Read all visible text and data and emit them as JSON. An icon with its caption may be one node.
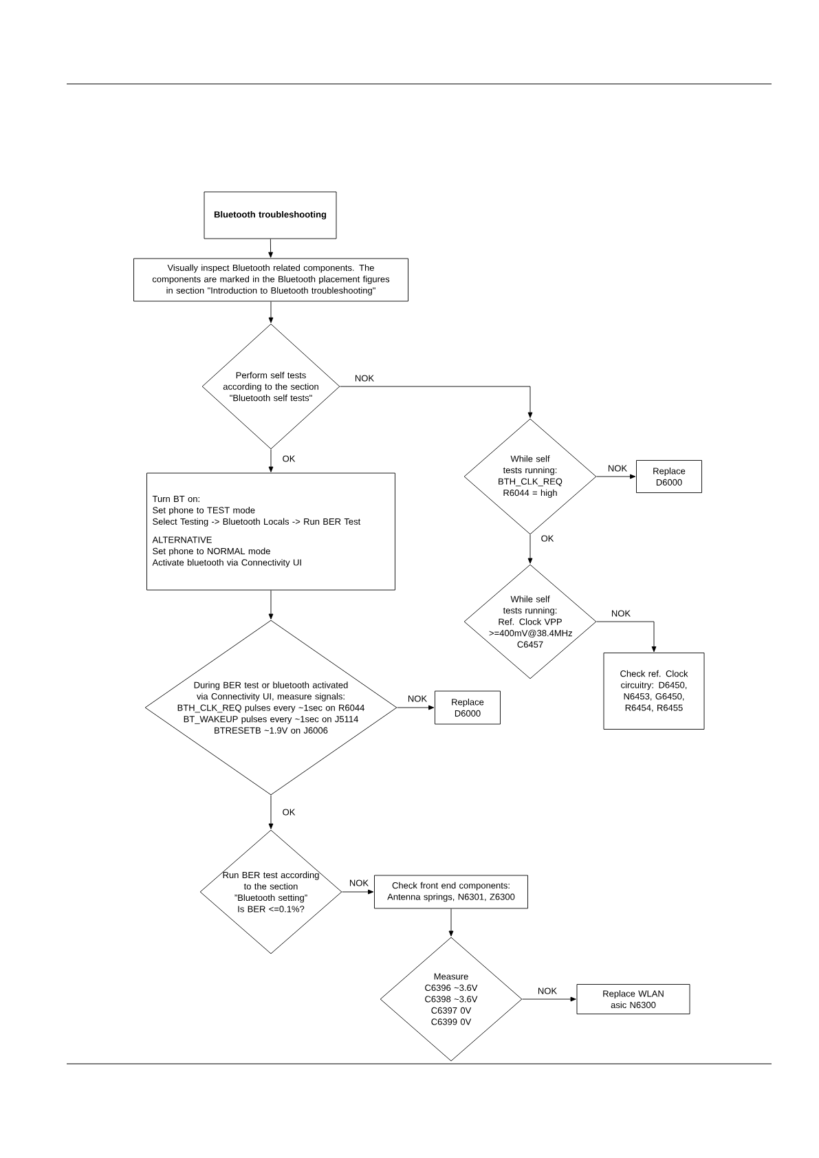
{
  "diagram": {
    "nodes": [
      {
        "text": [
          "Bluetooth troubleshooting"
        ]
      },
      {
        "text": [
          "Visually inspect Bluetooth related components. The components are marked in the Bluetooth placement figures in section \"Introduction to Bluetooth troubleshooting\""
        ]
      },
      {
        "text": [
          "Perform self tests according to the section \"Bluetooth self tests\""
        ]
      },
      {
        "text": [
          "Turn BT on:",
          "Set phone to TEST mode",
          "Select Testing -> Bluetooth Locals -> Run BER Test",
          "ALTERNATIVE",
          "Set phone to NORMAL mode",
          "Activate bluetooth via Connectivity UI"
        ]
      },
      {
        "text": [
          "During BER test or bluetooth activated via Connectivity UI, measure signals:",
          "BTH_CLK_REQ pulses every ~1sec on R6044",
          "BT_WAKEUP pulses every ~1sec on J5114",
          "BTRESETB ~1.9V on J6006"
        ]
      },
      {
        "text": [
          "Replace D6000"
        ]
      },
      {
        "text": [
          "Run BER test according to the section ”Bluetooth setting”",
          "Is BER <=0.1%?"
        ]
      },
      {
        "text": [
          "Check front end components:",
          "Antenna springs, N6301, Z6300"
        ]
      },
      {
        "text": [
          "Measure",
          "C6396 ~3.6V",
          "C6398 ~3.6V",
          "C6397 0V",
          "C6399 0V"
        ]
      },
      {
        "text": [
          "Replace WLAN asic N6300"
        ]
      },
      {
        "text": [
          "While self tests running:",
          "BTH_CLK_REQ R6044 = high"
        ]
      },
      {
        "text": [
          "Replace D6000"
        ]
      },
      {
        "text": [
          "While self tests running:",
          "Ref. Clock VPP >=400mV@38.4MHz C6457"
        ]
      },
      {
        "text": [
          "Check ref. Clock circuitry: D6450, N6453, G6450, R6454, R6455"
        ]
      }
    ],
    "edges": [
      {
        "from": 0,
        "to": 1,
        "arrow": "to"
      },
      {
        "from": 1,
        "to": 2,
        "arrow": "to"
      },
      {
        "from": 2,
        "to": 10,
        "arrow": "to",
        "label": "NOK"
      },
      {
        "from": 2,
        "to": 3,
        "arrow": "to",
        "label": "OK"
      },
      {
        "from": 10,
        "to": 11,
        "arrow": "to",
        "label": "NOK"
      },
      {
        "from": 10,
        "to": 12,
        "arrow": "to",
        "label": "OK"
      },
      {
        "from": 12,
        "to": 13,
        "arrow": "to",
        "label": "NOK"
      },
      {
        "from": 3,
        "to": 4,
        "arrow": "to"
      },
      {
        "from": 4,
        "to": 5,
        "arrow": "to",
        "label": "NOK"
      },
      {
        "from": 4,
        "to": 6,
        "arrow": "to",
        "label": "OK"
      },
      {
        "from": 6,
        "to": 7,
        "arrow": "to",
        "label": "NOK"
      },
      {
        "from": 7,
        "to": 8,
        "arrow": "to"
      },
      {
        "from": 8,
        "to": 9,
        "arrow": "to",
        "label": "NOK"
      }
    ]
  }
}
